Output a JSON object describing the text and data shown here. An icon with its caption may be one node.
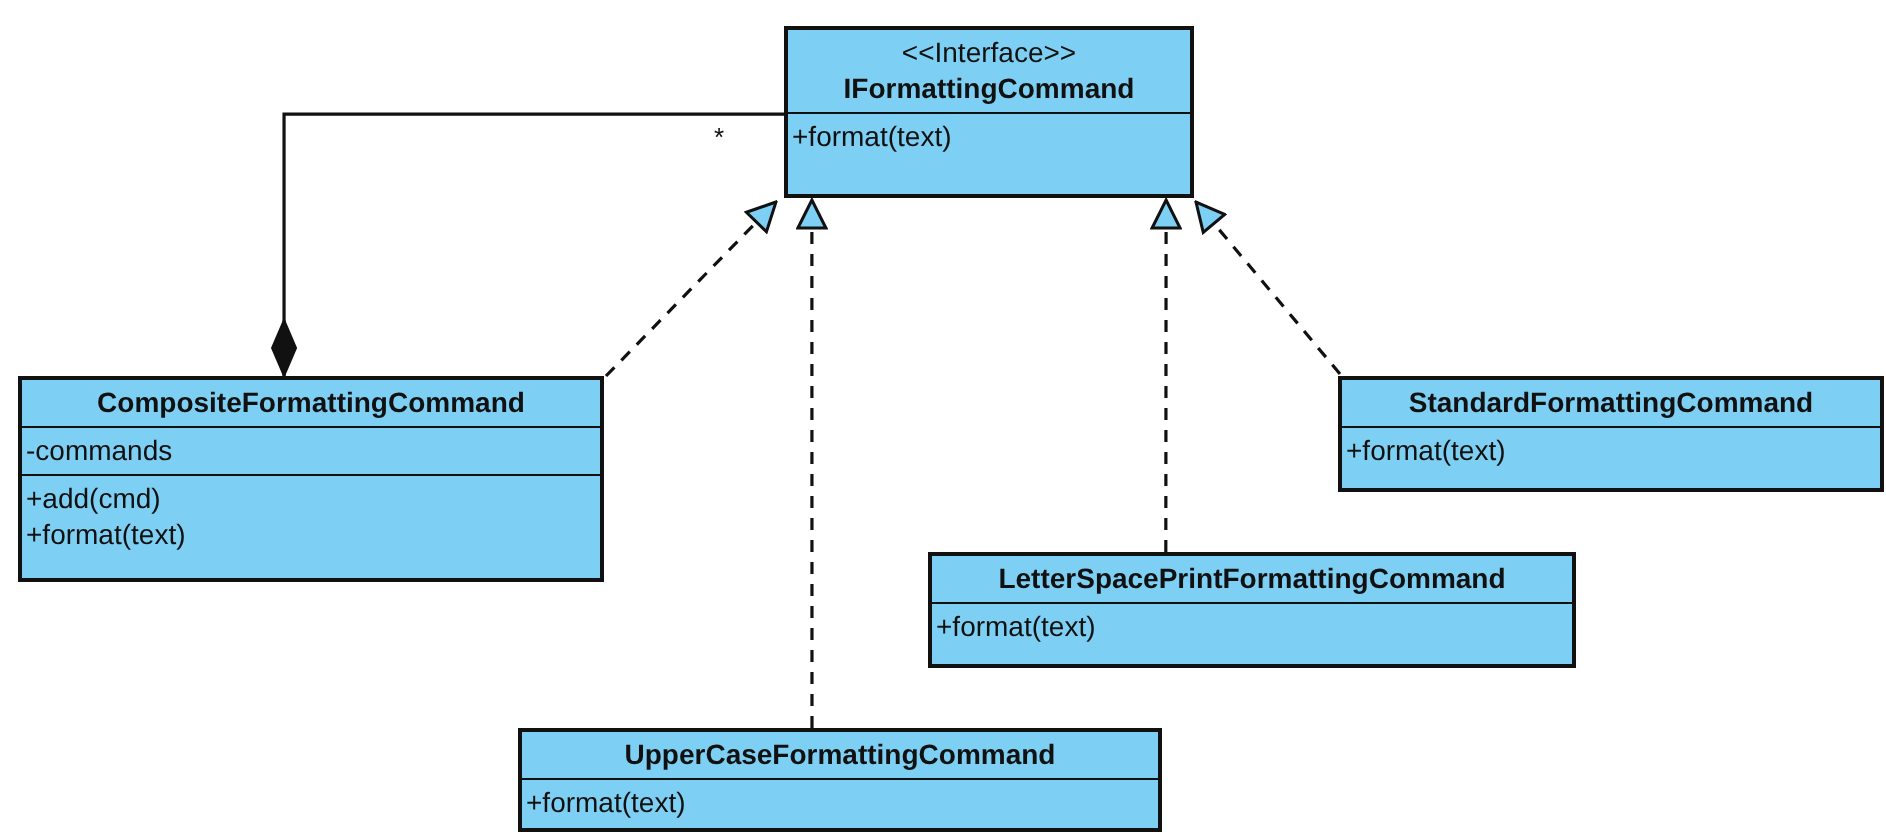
{
  "diagram": {
    "nodes": [
      {
        "text": [
          "<<Interface>>",
          "IFormattingCommand",
          "+format(text)"
        ]
      },
      {
        "text": [
          "CompositeFormattingCommand",
          "-commands",
          "+add(cmd)",
          "+format(text)"
        ]
      },
      {
        "text": [
          "StandardFormattingCommand",
          "+format(text)"
        ]
      },
      {
        "text": [
          "LetterSpacePrintFormattingCommand",
          "+format(text)"
        ]
      },
      {
        "text": [
          "UpperCaseFormattingCommand",
          "+format(text)"
        ]
      }
    ],
    "edges": [
      {
        "from": 1,
        "to": 0,
        "arrow": "other",
        "label": "*"
      },
      {
        "from": 1,
        "to": 0,
        "arrow": "to",
        "style": "dashed"
      },
      {
        "from": 4,
        "to": 0,
        "arrow": "to",
        "style": "dashed"
      },
      {
        "from": 3,
        "to": 0,
        "arrow": "to",
        "style": "dashed"
      },
      {
        "from": 2,
        "to": 0,
        "arrow": "to",
        "style": "dashed"
      }
    ]
  }
}
